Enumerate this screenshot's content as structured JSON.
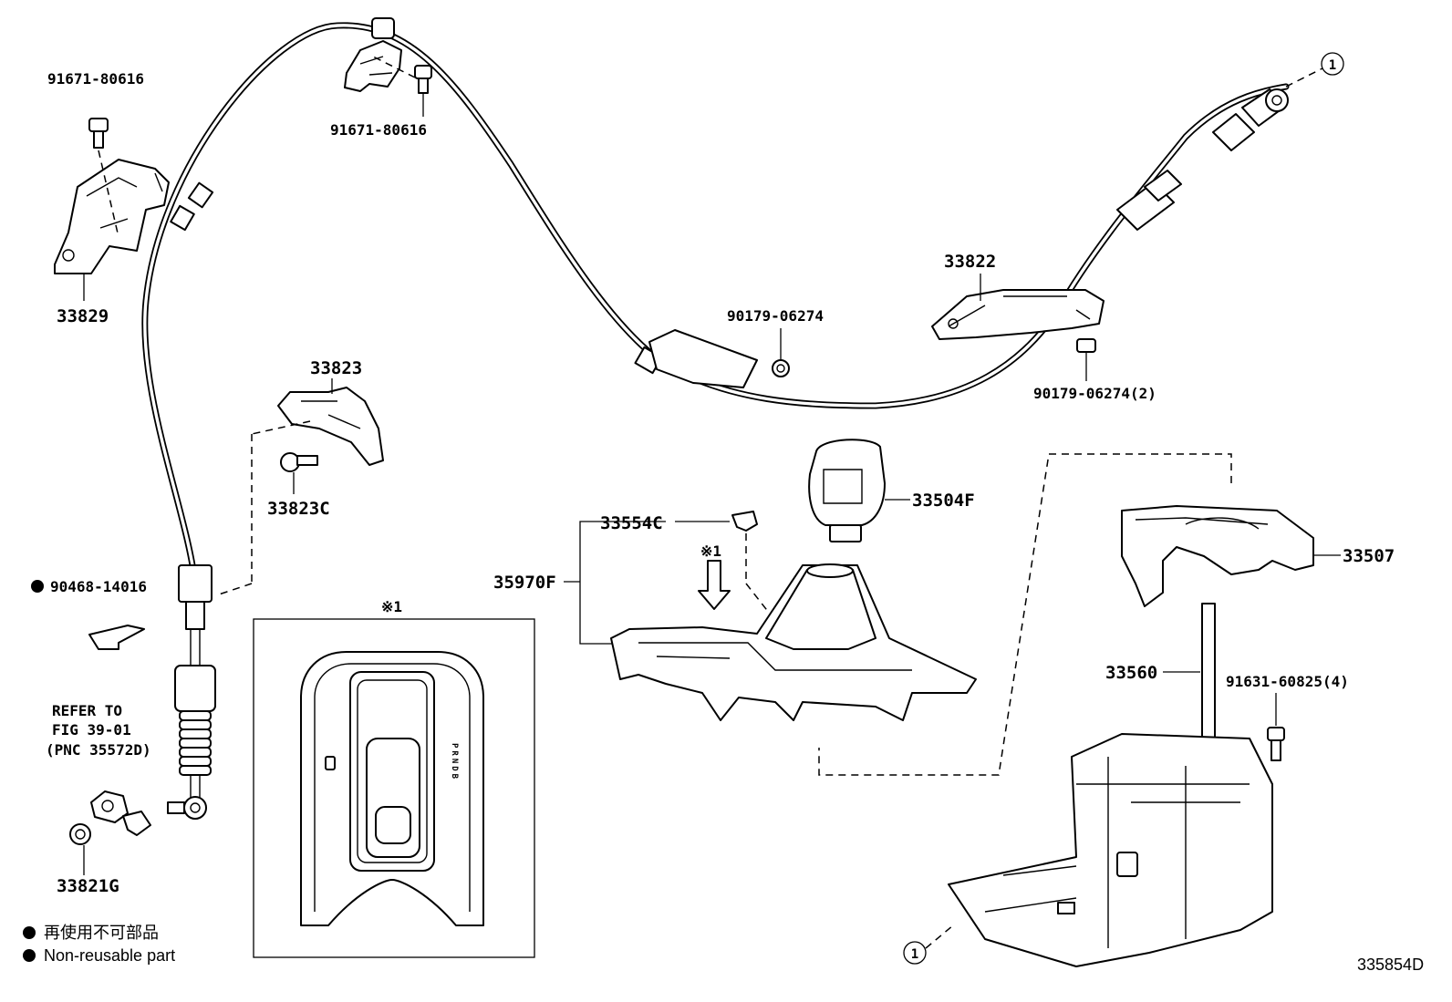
{
  "labels": {
    "p_91671_80616_left": "91671-80616",
    "p_91671_80616_top": "91671-80616",
    "p_33829": "33829",
    "p_33823": "33823",
    "p_33823C": "33823C",
    "p_90468_14016": "90468-14016",
    "p_33821G": "33821G",
    "p_90179_06274": "90179-06274",
    "p_33822": "33822",
    "p_90179_06274_2": "90179-06274(2)",
    "p_33504F": "33504F",
    "p_33554C": "33554C",
    "p_35970F": "35970F",
    "p_33507": "33507",
    "p_33560": "33560",
    "p_91631_60825_4": "91631-60825(4)",
    "ref_line1": "REFER TO",
    "ref_line2": "FIG 39-01",
    "ref_line3": "(PNC 35572D)",
    "note_mark_detail": "※1",
    "note_mark_arrow": "※1",
    "circle_ref_top": "①",
    "circle_ref_bottom": "①",
    "shift_letters": "PRNDB",
    "figure_id": "335854D"
  },
  "legend": {
    "line_jp": "再使用不可部品",
    "line_en": "Non-reusable part"
  }
}
